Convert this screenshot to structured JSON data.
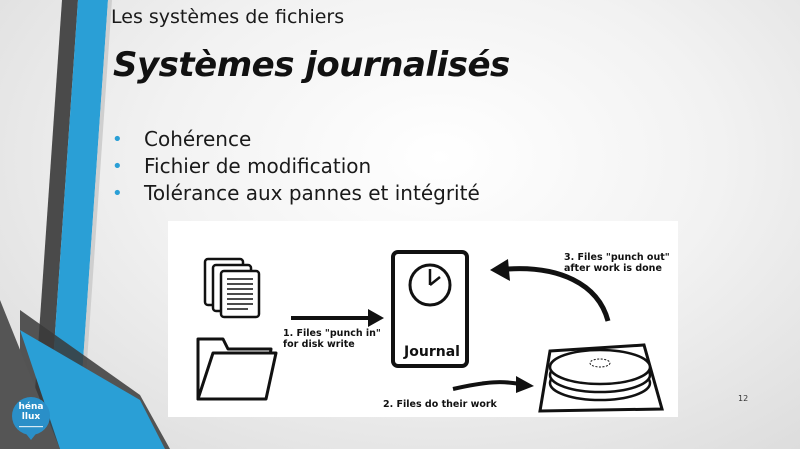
{
  "slide": {
    "section_title": "Les systèmes de fichiers",
    "title": "Systèmes journalisés",
    "bullets": [
      "Cohérence",
      "Fichier de modification",
      "Tolérance aux pannes et intégrité"
    ],
    "page_number": "12"
  },
  "figure": {
    "journal_label": "Journal",
    "step1_line1": "1. Files \"punch in\"",
    "step1_line2": "for disk write",
    "step2": "2. Files do their work",
    "step3_line1": "3. Files \"punch out\"",
    "step3_line2": "after work is done"
  },
  "logo": {
    "line1": "héna",
    "line2": "llux"
  },
  "colors": {
    "accent_blue": "#2a9fd6",
    "dark_stripe": "#3a3a3a",
    "logo_blue": "#2a8fc8"
  }
}
